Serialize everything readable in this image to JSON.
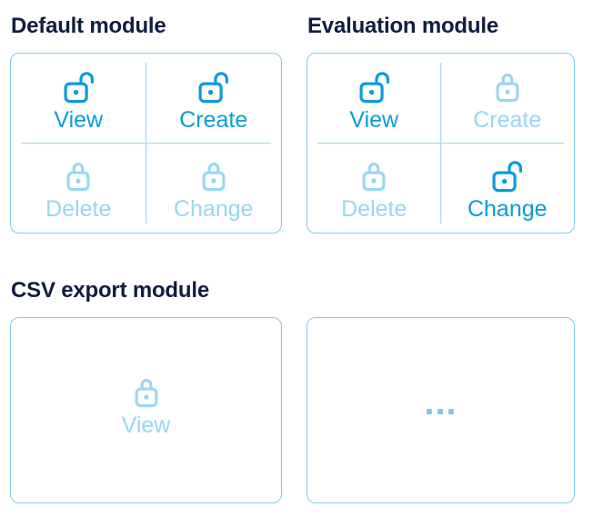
{
  "colors": {
    "active_blue": "#0b9cd8",
    "inactive_blue": "#97d7f0",
    "card_border": "#7ecbea",
    "divider": "#8fd3ee",
    "title_navy": "#111d40",
    "dots_blue": "#7cc9e9",
    "background": "#ffffff"
  },
  "modules": {
    "default": {
      "title": "Default module",
      "permissions": {
        "view": {
          "label": "View",
          "state": "unlocked"
        },
        "create": {
          "label": "Create",
          "state": "unlocked"
        },
        "delete": {
          "label": "Delete",
          "state": "locked"
        },
        "change": {
          "label": "Change",
          "state": "locked"
        }
      }
    },
    "evaluation": {
      "title": "Evaluation module",
      "permissions": {
        "view": {
          "label": "View",
          "state": "unlocked"
        },
        "create": {
          "label": "Create",
          "state": "locked"
        },
        "delete": {
          "label": "Delete",
          "state": "locked"
        },
        "change": {
          "label": "Change",
          "state": "unlocked"
        }
      }
    },
    "csv_export": {
      "title": "CSV export module",
      "permissions": {
        "view": {
          "label": "View",
          "state": "locked"
        }
      }
    },
    "extra": {
      "ellipsis": "..."
    }
  }
}
